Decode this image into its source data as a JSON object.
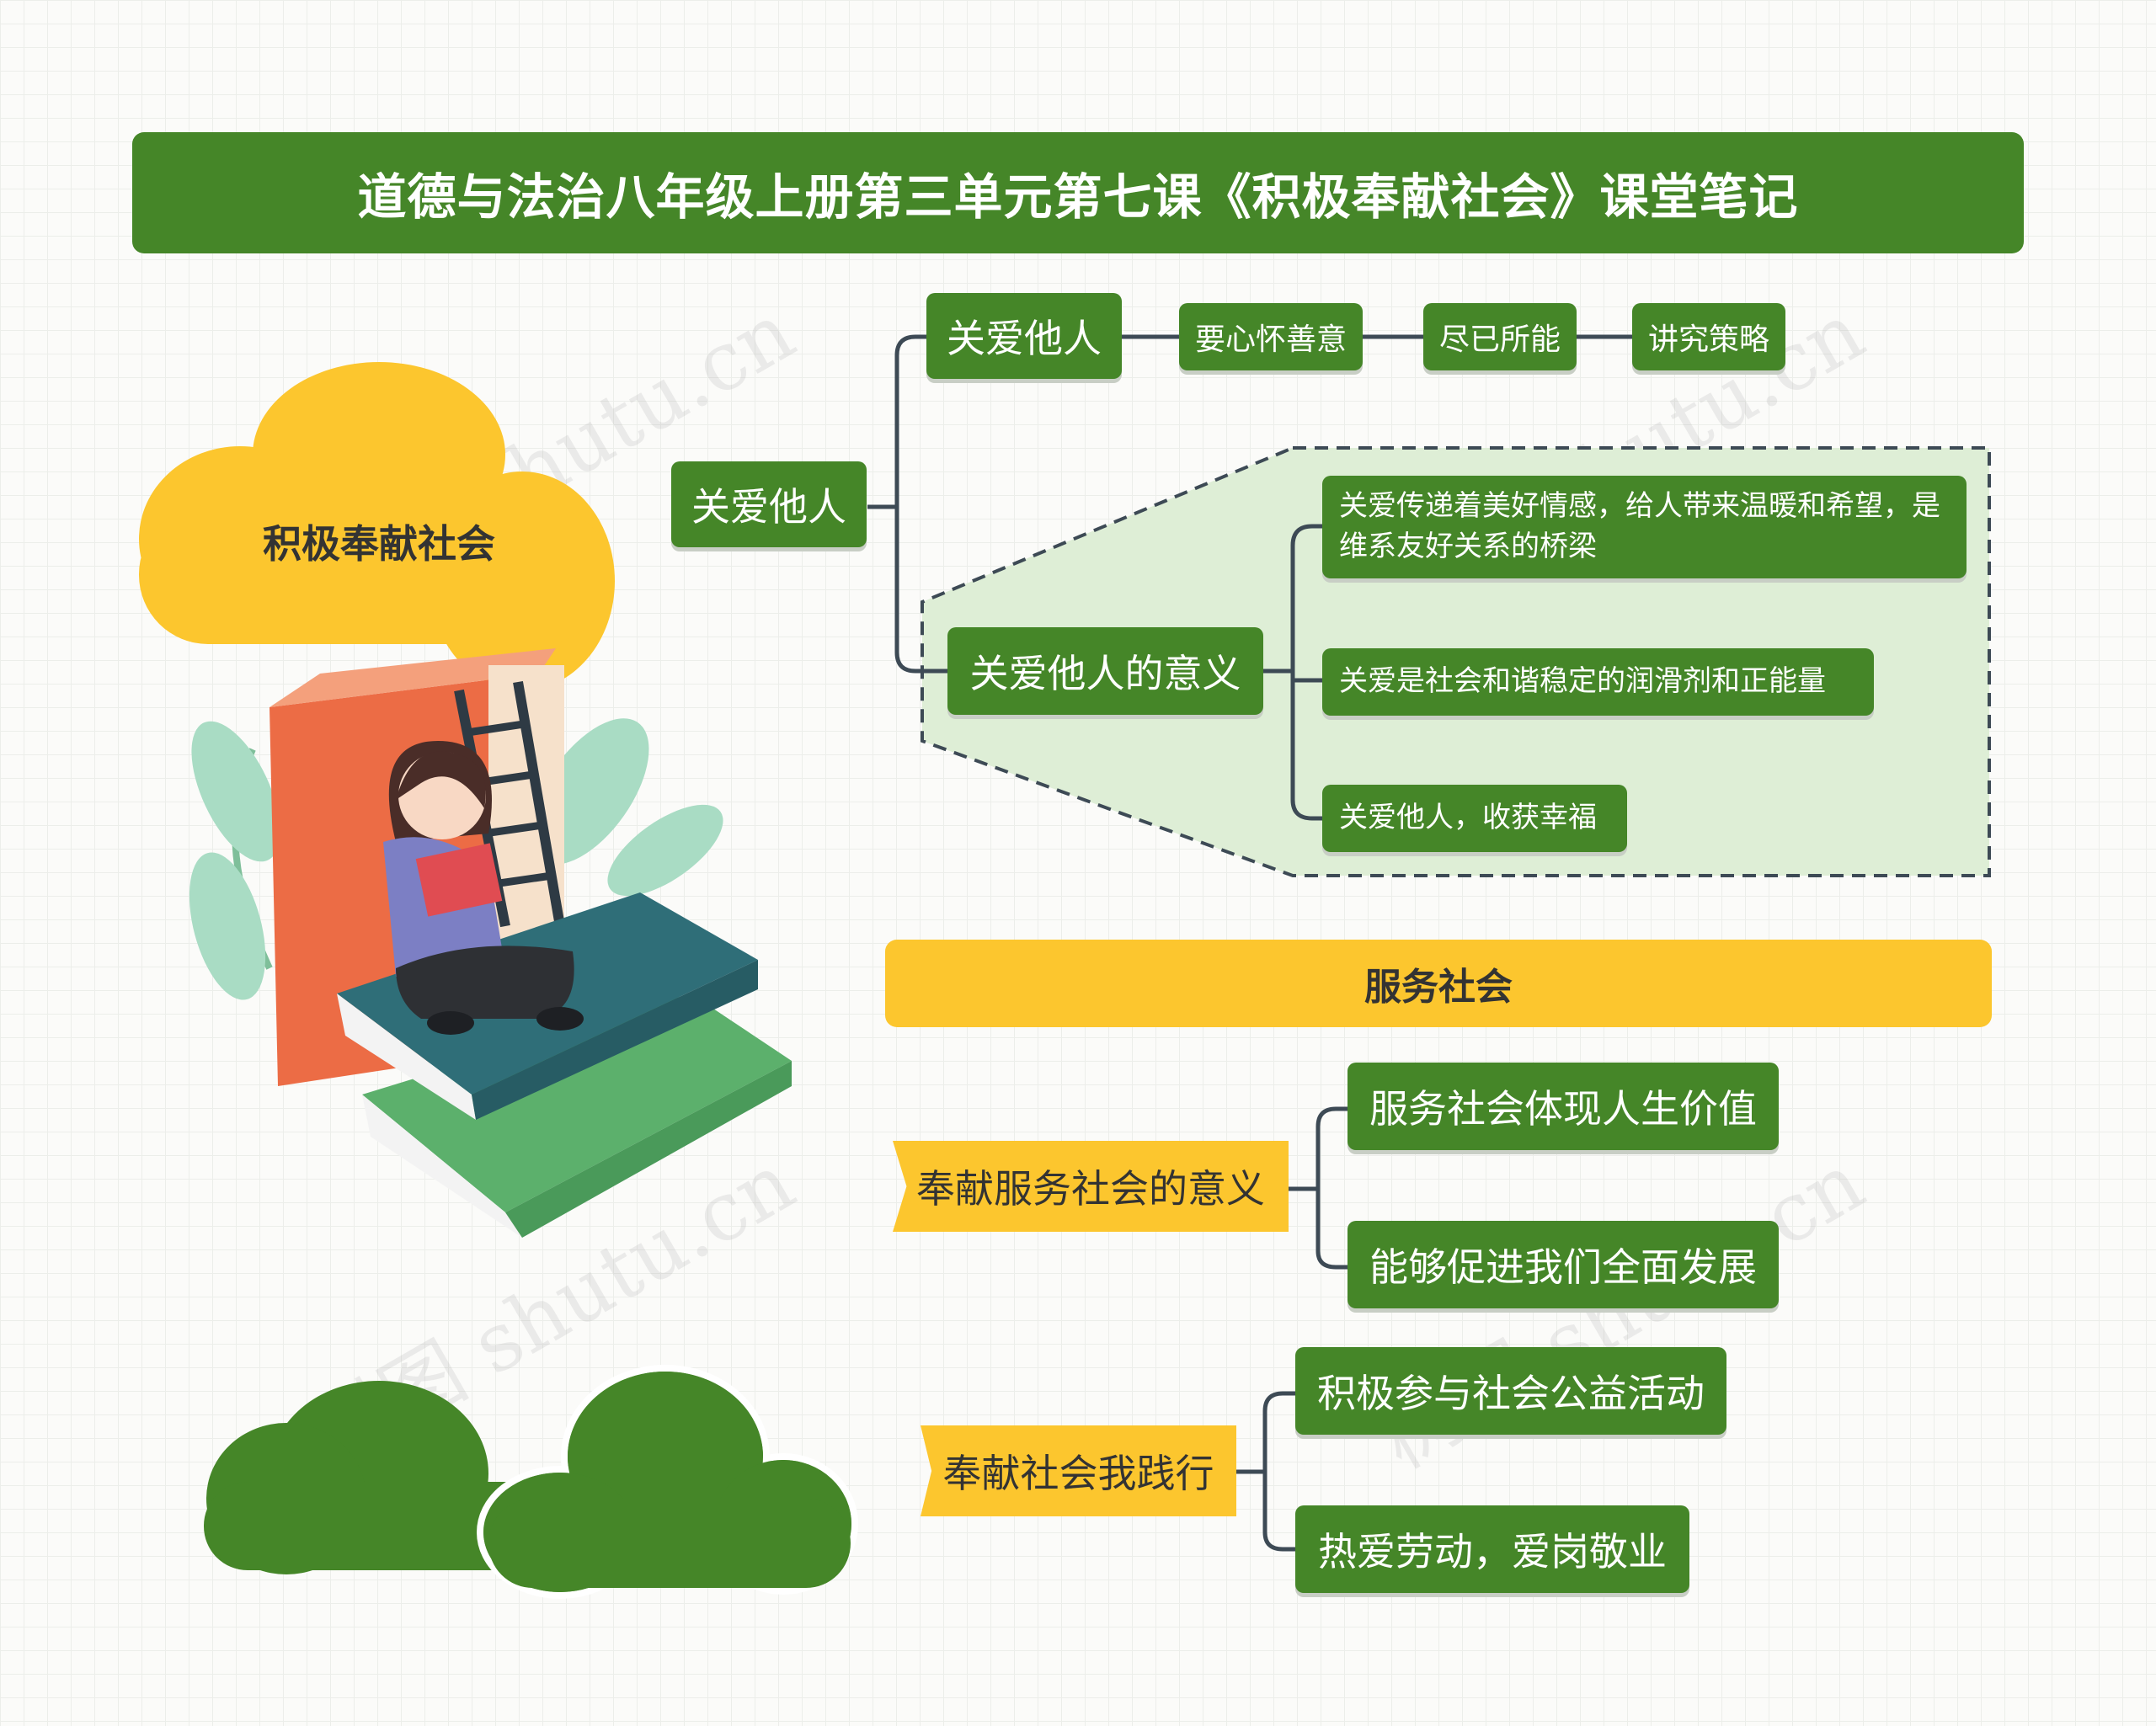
{
  "title": "道德与法治八年级上册第三单元第七课《积极奉献社会》课堂笔记",
  "root": "积极奉献社会",
  "branch1": {
    "label": "关爱他人",
    "sub1": {
      "label": "关爱他人",
      "chain": [
        "要心怀善意",
        "尽已所能",
        "讲究策略"
      ]
    },
    "sub2": {
      "label": "关爱他人的意义",
      "points": [
        "关爱传递着美好情感，给人带来温暖和希望，是维系友好关系的桥梁",
        "关爱是社会和谐稳定的润滑剂和正能量",
        "关爱他人，收获幸福"
      ]
    }
  },
  "branch2": {
    "label": "服务社会",
    "sub1": {
      "label": "奉献服务社会的意义",
      "points": [
        "服务社会体现人生价值",
        "能够促进我们全面发展"
      ]
    },
    "sub2": {
      "label": "奉献社会我践行",
      "points": [
        "积极参与社会公益活动",
        "热爱劳动，爱岗敬业"
      ]
    }
  },
  "watermark": "树图 shutu.cn",
  "colors": {
    "green": "#458628",
    "yellow": "#fcc62e",
    "connector": "#3d4a55",
    "panel": "#deeed6"
  }
}
